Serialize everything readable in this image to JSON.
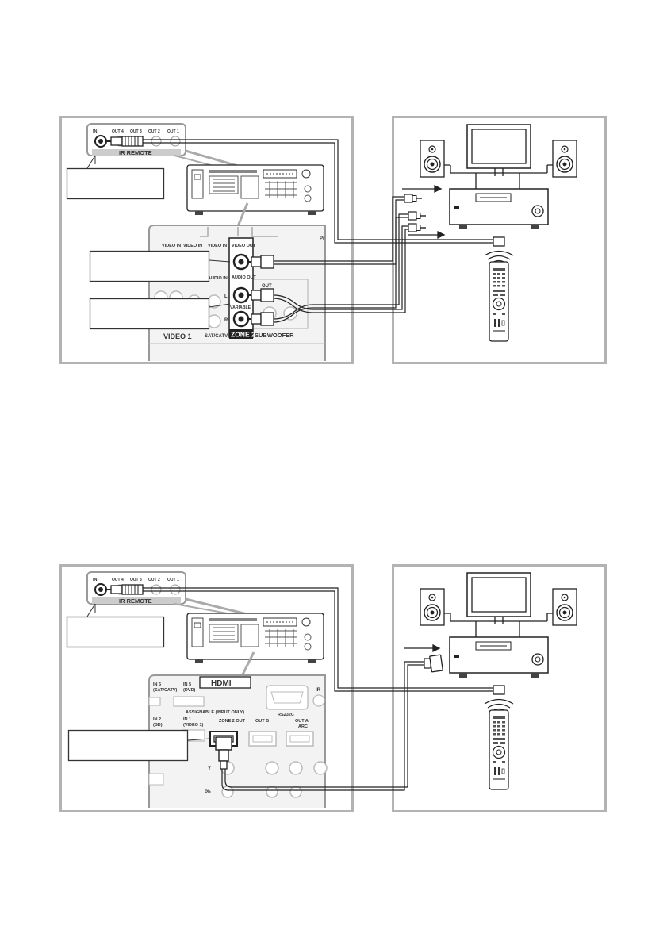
{
  "diagram1": {
    "ir_in": "IN",
    "ir_outs": [
      "OUT 4",
      "OUT 3",
      "OUT 2",
      "OUT 1"
    ],
    "ir_title": "IR REMOTE",
    "video_in_left": "VIDEO IN",
    "video_in_mid": "VIDEO IN",
    "video_in_right": "VIDEO IN",
    "audio_in": "AUDIO IN",
    "video_out": "VIDEO OUT",
    "audio_out": "AUDIO OUT",
    "variable": "VARIABLE",
    "out_label": "OUT",
    "zone2": "ZONE 2",
    "subwoofer": "SUBWOOFER",
    "video1": "VIDEO 1",
    "satcatv": "SAT/CATV",
    "ch_l": "L",
    "ch_r": "R",
    "edge_pr": "Pr"
  },
  "diagram2": {
    "ir_in": "IN",
    "ir_outs": [
      "OUT 4",
      "OUT 3",
      "OUT 2",
      "OUT 1"
    ],
    "ir_title": "IR REMOTE",
    "hdmi": "HDMI",
    "in6": "IN 6",
    "in6_sub": "(SAT/CATV)",
    "in5": "IN 5",
    "in5_sub": "(DVD)",
    "assignable": "ASSIGNABLE (INPUT ONLY)",
    "rs232c": "RS232C",
    "in2": "IN 2",
    "in2_sub": "(BD)",
    "in1": "IN 1",
    "in1_sub": "(VIDEO 1)",
    "zone2_out": "ZONE 2 OUT",
    "out_b": "OUT B",
    "out_a": "OUT A",
    "arc": "ARC",
    "edge_y": "Y",
    "edge_pb": "Pb",
    "edge_ir": "IR"
  },
  "colors": {
    "frame": "#b3b3b3",
    "line": "#222222",
    "panel": "#f3f3f3",
    "panel_border": "#999999"
  }
}
